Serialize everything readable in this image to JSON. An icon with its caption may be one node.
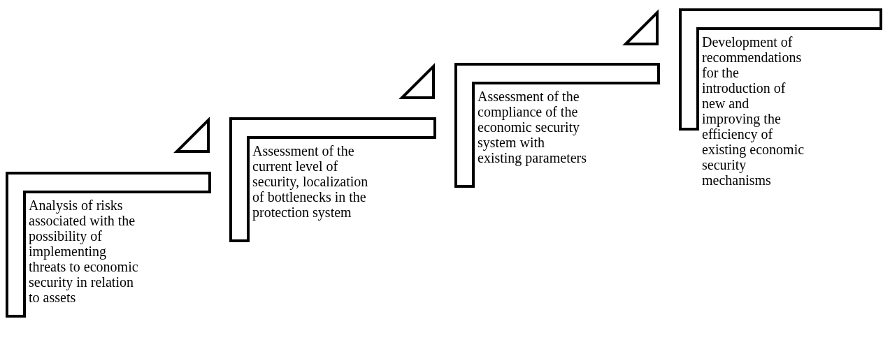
{
  "diagram": {
    "nodes": [
      {
        "text": [
          "Analysis of risks associated with the possibility of implementing threats to economic security in relation to assets"
        ]
      },
      {
        "text": [
          "Assessment of the current level of security, localization of bottlenecks in the protection system"
        ]
      },
      {
        "text": [
          "Assessment of the compliance of the economic security system with existing parameters"
        ]
      },
      {
        "text": [
          "Development of recommendations for the introduction of new and improving the efficiency of existing economic security mechanisms"
        ]
      }
    ]
  }
}
